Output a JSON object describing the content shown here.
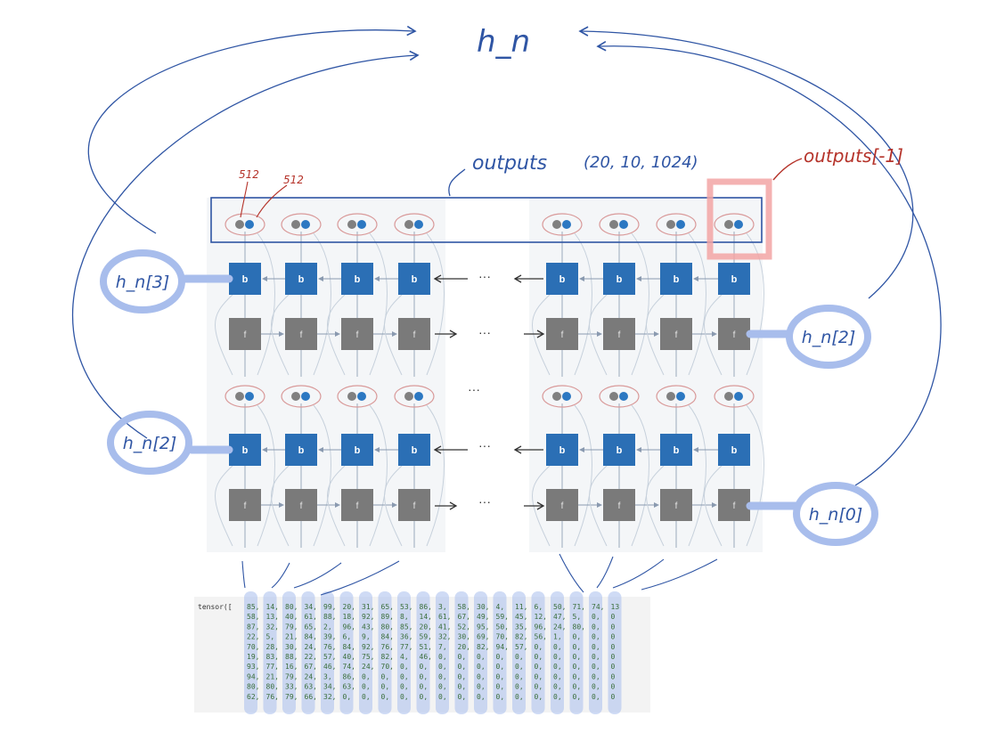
{
  "title": "h_n",
  "outputs_label": "outputs",
  "outputs_shape": "(20, 10, 1024)",
  "last_output_label": "outputs[-1]",
  "dim_forward": "512",
  "dim_backward": "512",
  "cell_labels": {
    "backward": "b",
    "forward": "f"
  },
  "ellipsis": "···",
  "hidden_states": [
    {
      "label": "h_n[3]",
      "side": "left"
    },
    {
      "label": "h_n[2]",
      "side": "right"
    },
    {
      "label": "h_n[2]",
      "side": "left"
    },
    {
      "label": "h_n[0]",
      "side": "right"
    }
  ],
  "colors": {
    "backward_cell": "#2b6fb5",
    "forward_cell": "#7a7a7a",
    "pen_blue": "#2f55a4",
    "pen_red": "#b5332a",
    "highlight_blue": "#a8bdec",
    "highlight_red": "#f2a5a5",
    "output_blue": "#2c78c2",
    "output_gray": "#808080"
  },
  "tensor": {
    "prefix": "tensor([",
    "rows": [
      [
        85,
        14,
        80,
        34,
        99,
        20,
        31,
        65,
        53,
        86,
        3,
        58,
        30,
        4,
        11,
        6,
        50,
        71,
        74,
        13
      ],
      [
        58,
        13,
        40,
        61,
        88,
        18,
        92,
        89,
        8,
        14,
        61,
        67,
        49,
        59,
        45,
        12,
        47,
        5,
        0,
        0
      ],
      [
        87,
        32,
        79,
        65,
        2,
        96,
        43,
        80,
        85,
        20,
        41,
        52,
        95,
        50,
        35,
        96,
        24,
        80,
        0,
        0
      ],
      [
        22,
        5,
        21,
        84,
        39,
        6,
        9,
        84,
        36,
        59,
        32,
        30,
        69,
        70,
        82,
        56,
        1,
        0,
        0,
        0
      ],
      [
        70,
        28,
        30,
        24,
        76,
        84,
        92,
        76,
        77,
        51,
        7,
        20,
        82,
        94,
        57,
        0,
        0,
        0,
        0,
        0
      ],
      [
        19,
        83,
        88,
        22,
        57,
        40,
        75,
        82,
        4,
        46,
        0,
        0,
        0,
        0,
        0,
        0,
        0,
        0,
        0,
        0
      ],
      [
        93,
        77,
        16,
        67,
        46,
        74,
        24,
        70,
        0,
        0,
        0,
        0,
        0,
        0,
        0,
        0,
        0,
        0,
        0,
        0
      ],
      [
        94,
        21,
        79,
        24,
        3,
        86,
        0,
        0,
        0,
        0,
        0,
        0,
        0,
        0,
        0,
        0,
        0,
        0,
        0,
        0
      ],
      [
        80,
        80,
        33,
        63,
        34,
        63,
        0,
        0,
        0,
        0,
        0,
        0,
        0,
        0,
        0,
        0,
        0,
        0,
        0,
        0
      ],
      [
        62,
        76,
        79,
        66,
        32,
        0,
        0,
        0,
        0,
        0,
        0,
        0,
        0,
        0,
        0,
        0,
        0,
        0,
        0,
        0
      ]
    ]
  }
}
